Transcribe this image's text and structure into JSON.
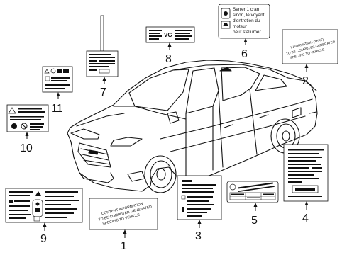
{
  "callouts": {
    "c1": "1",
    "c2": "2",
    "c3": "3",
    "c4": "4",
    "c5": "5",
    "c6": "6",
    "c7": "7",
    "c8": "8",
    "c9": "9",
    "c10": "10",
    "c11": "11"
  },
  "label1_lines": [
    "CONTENT INFORMATION",
    "TO BE COMPUTER GENERATED",
    "SPECIFIC TO VEHICLE"
  ],
  "label2_lines": [
    "INFORMATION (TEXT)",
    "TO BE COMPUTER GENERATED",
    "SPECIFIC TO VEHICLE"
  ],
  "label6_lines": [
    "Serrer 1 cran",
    "sinon, le voyant",
    "d'entretien du",
    "moteur",
    "peut s'allumer"
  ],
  "label8_text": "VG"
}
